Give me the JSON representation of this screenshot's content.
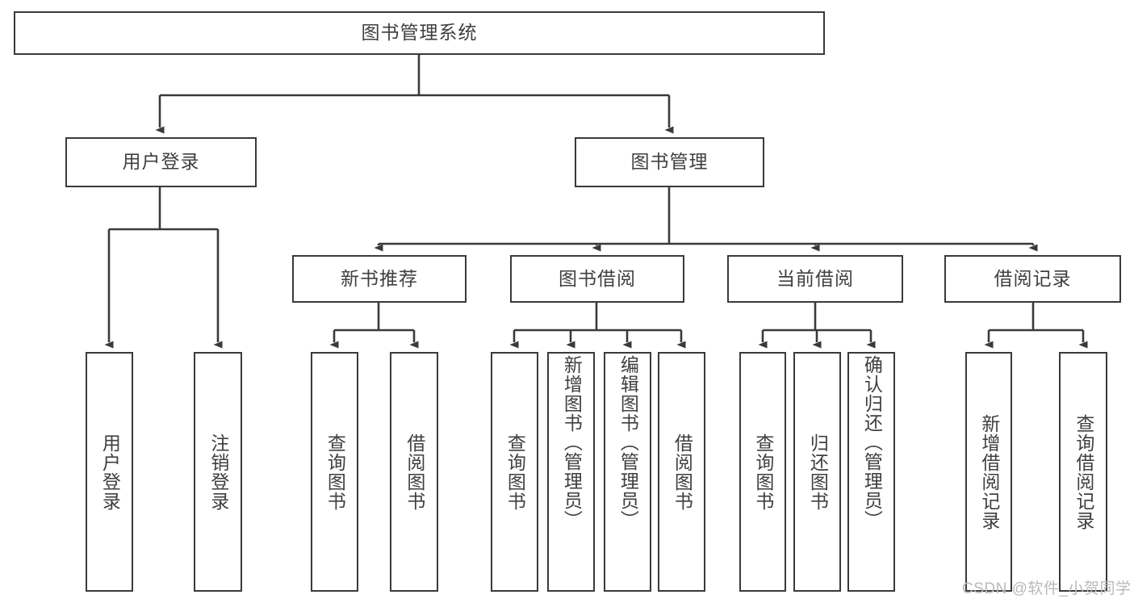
{
  "diagram": {
    "title_text": "图书管理系统",
    "line_color": "#3a3a3a",
    "text_color": "#3f3f3f",
    "background": "#ffffff",
    "watermark": "CSDN @软件_小贺同学",
    "nodes": {
      "root": "图书管理系统",
      "level2": [
        "用户登录",
        "图书管理"
      ],
      "level3": [
        "新书推荐",
        "图书借阅",
        "当前借阅",
        "借阅记录"
      ],
      "leaves_user_login": [
        "用户登录",
        "注销登录"
      ],
      "leaves_new_book": [
        "查询图书",
        "借阅图书"
      ],
      "leaves_borrow": [
        "查询图书",
        "新增图书（管理员）",
        "编辑图书（管理员）",
        "借阅图书"
      ],
      "leaves_current": [
        "查询图书",
        "归还图书",
        "确认归还（管理员）"
      ],
      "leaves_record": [
        "新增借阅记录",
        "查询借阅记录"
      ]
    },
    "tree": {
      "name": "图书管理系统",
      "children": [
        {
          "name": "用户登录",
          "children": [
            {
              "name": "用户登录"
            },
            {
              "name": "注销登录"
            }
          ]
        },
        {
          "name": "图书管理",
          "children": [
            {
              "name": "新书推荐",
              "children": [
                {
                  "name": "查询图书"
                },
                {
                  "name": "借阅图书"
                }
              ]
            },
            {
              "name": "图书借阅",
              "children": [
                {
                  "name": "查询图书"
                },
                {
                  "name": "新增图书（管理员）"
                },
                {
                  "name": "编辑图书（管理员）"
                },
                {
                  "name": "借阅图书"
                }
              ]
            },
            {
              "name": "当前借阅",
              "children": [
                {
                  "name": "查询图书"
                },
                {
                  "name": "归还图书"
                },
                {
                  "name": "确认归还（管理员）"
                }
              ]
            },
            {
              "name": "借阅记录",
              "children": [
                {
                  "name": "新增借阅记录"
                },
                {
                  "name": "查询借阅记录"
                }
              ]
            }
          ]
        }
      ]
    }
  }
}
